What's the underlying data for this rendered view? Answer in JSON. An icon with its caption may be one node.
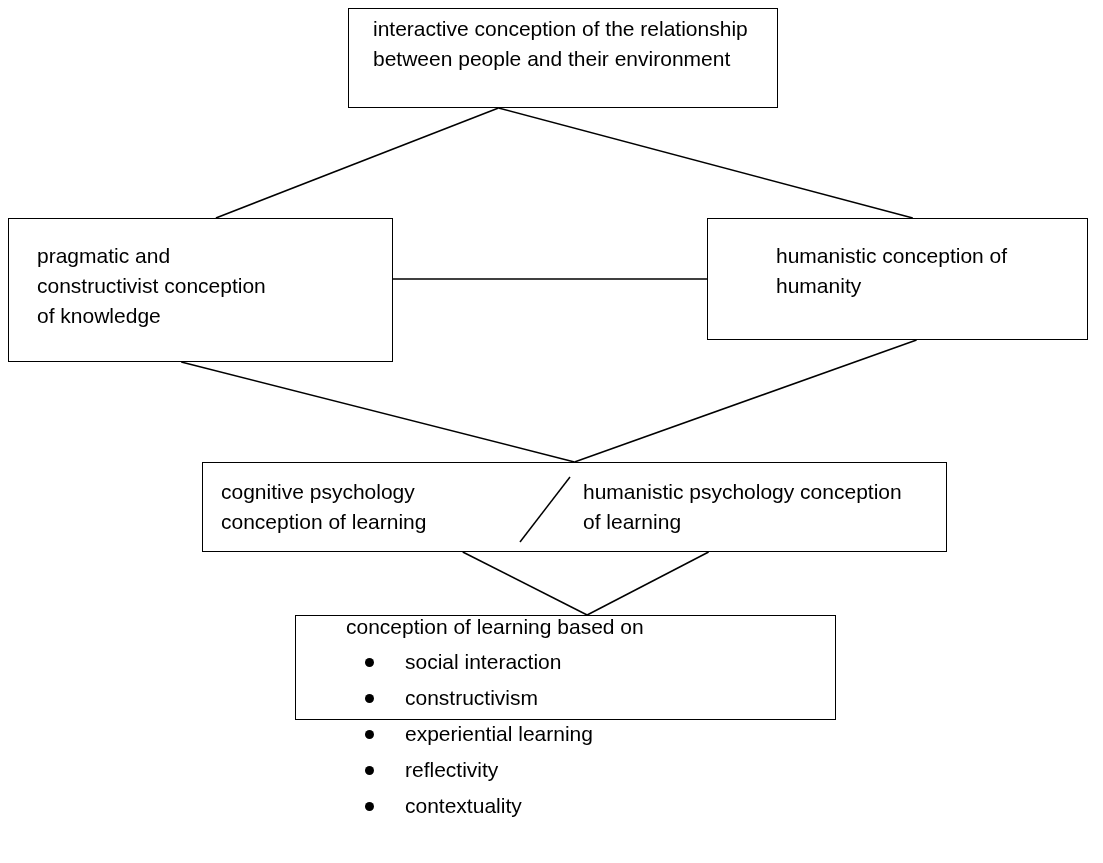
{
  "diagram": {
    "nodes": [
      {
        "text": [
          "interactive conception of the relationship between people and their environment"
        ]
      },
      {
        "text": [
          "pragmatic and constructivist conception of knowledge"
        ]
      },
      {
        "text": [
          "humanistic conception of humanity"
        ]
      },
      {
        "text": [
          "cognitive psychology conception of learning",
          "humanistic psychology conception of learning"
        ]
      },
      {
        "text": [
          "conception of learning based on",
          "social interaction",
          "constructivism",
          "experiential learning",
          "reflectivity",
          "contextuality"
        ]
      }
    ],
    "edges": [
      {
        "from": 0,
        "to": 1,
        "arrow": "none"
      },
      {
        "from": 0,
        "to": 2,
        "arrow": "none"
      },
      {
        "from": 1,
        "to": 2,
        "arrow": "none"
      },
      {
        "from": 1,
        "to": 3,
        "arrow": "none"
      },
      {
        "from": 2,
        "to": 3,
        "arrow": "none"
      },
      {
        "from": 3,
        "to": 4,
        "arrow": "none"
      },
      {
        "from": 3,
        "to": 4,
        "arrow": "none"
      }
    ]
  }
}
